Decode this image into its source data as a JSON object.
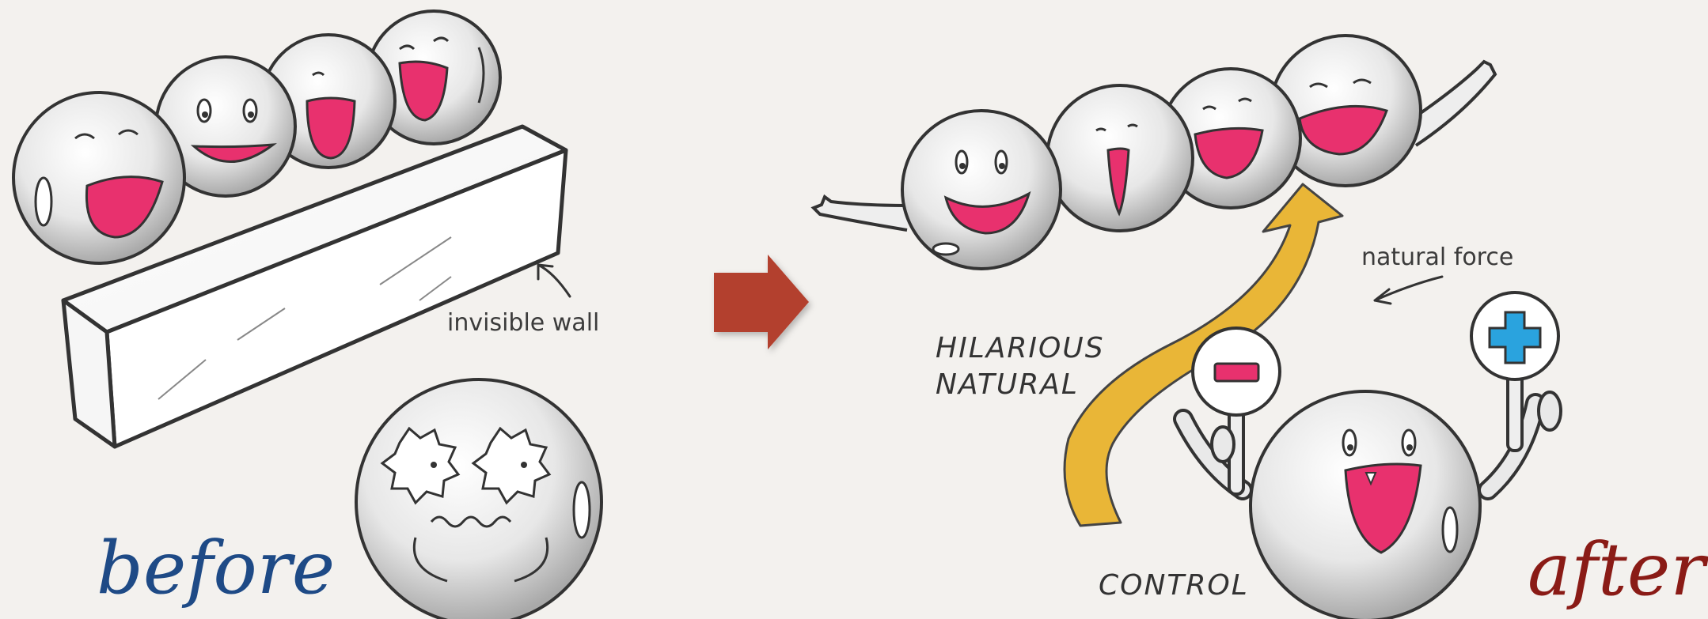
{
  "labels": {
    "before": "before",
    "after": "after",
    "invisible_wall": "invisible wall",
    "natural_force": "natural force",
    "hilarious": "HILARIOUS",
    "natural": "NATURAL",
    "control": "CONTROL"
  },
  "colors": {
    "background": "#f3f1ee",
    "before_text": "#1e4a86",
    "after_text": "#8a1b16",
    "arrow": "#b3412e",
    "force_arrow": "#e9b637",
    "mouth": "#e8316e",
    "plus_sign": "#2aa3de"
  }
}
